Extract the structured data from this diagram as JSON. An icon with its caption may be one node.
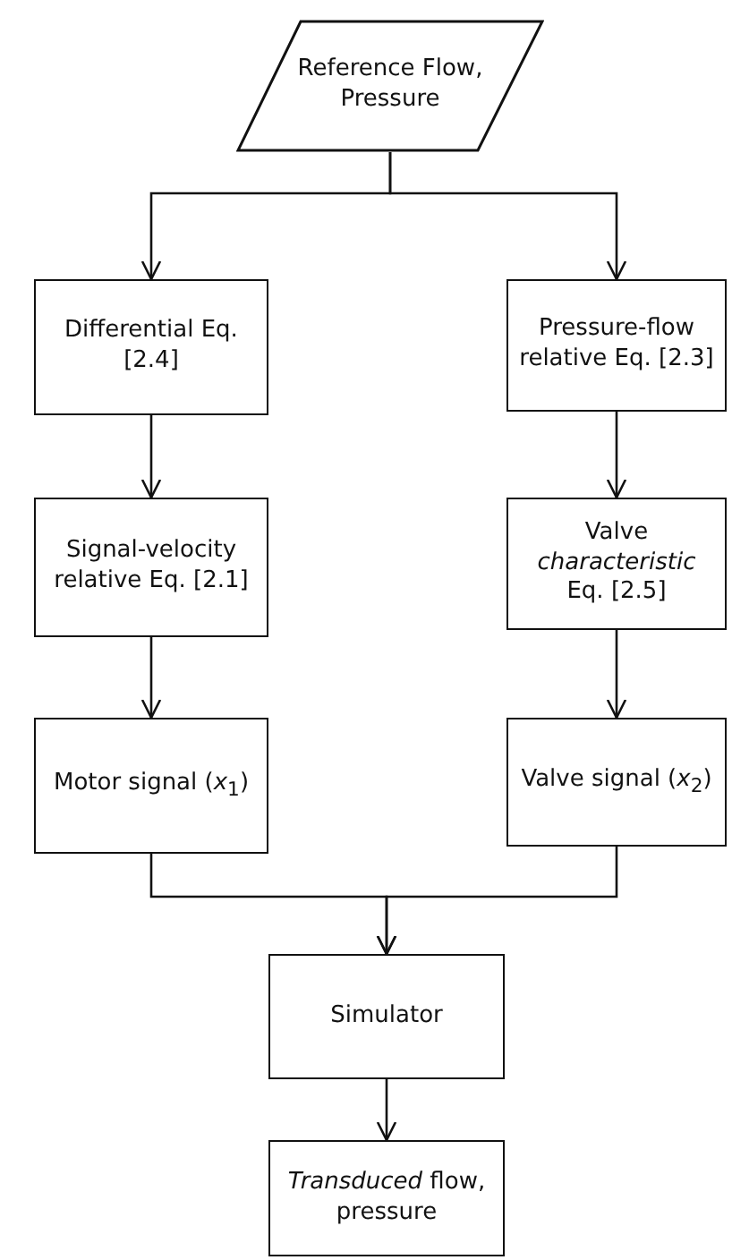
{
  "diagram": {
    "nodes": [
      {
        "text": [
          "Reference Flow, Pressure"
        ]
      },
      {
        "text": [
          "Differential Eq. [2.4]"
        ]
      },
      {
        "text": [
          "Pressure-flow relative Eq. [2.3]"
        ]
      },
      {
        "text": [
          "Signal-velocity relative Eq. [2.1]"
        ]
      },
      {
        "text": [
          "Valve *characteristic* Eq. [2.5]"
        ]
      },
      {
        "text": [
          "Motor signal (*x*$_{1}$)"
        ]
      },
      {
        "text": [
          "Valve signal (*x*$_{2}$)"
        ]
      },
      {
        "text": [
          "Simulator"
        ]
      },
      {
        "text": [
          "*Transduced* flow, pressure"
        ]
      }
    ],
    "edges": [
      {
        "from": 0,
        "to": 1,
        "arrow": "to"
      },
      {
        "from": 0,
        "to": 2,
        "arrow": "to"
      },
      {
        "from": 1,
        "to": 3,
        "arrow": "to"
      },
      {
        "from": 2,
        "to": 4,
        "arrow": "to"
      },
      {
        "from": 3,
        "to": 5,
        "arrow": "to"
      },
      {
        "from": 4,
        "to": 6,
        "arrow": "to"
      },
      {
        "from": 5,
        "to": 7,
        "arrow": "to"
      },
      {
        "from": 6,
        "to": 7,
        "arrow": "to"
      },
      {
        "from": 7,
        "to": 8,
        "arrow": "to"
      }
    ]
  }
}
